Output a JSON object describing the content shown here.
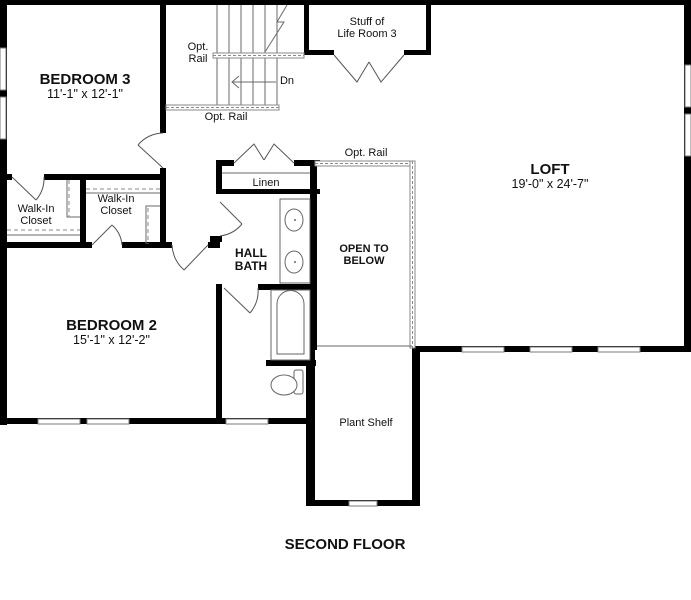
{
  "plan": {
    "title": "SECOND FLOOR",
    "rooms": {
      "bedroom3": {
        "name": "BEDROOM 3",
        "dims": "11'-1\" x 12'-1\""
      },
      "bedroom2": {
        "name": "BEDROOM 2",
        "dims": "15'-1\" x 12'-2\""
      },
      "loft": {
        "name": "LOFT",
        "dims": "19'-0\" x 24'-7\""
      },
      "hall_bath": {
        "line1": "HALL",
        "line2": "BATH"
      },
      "open_to_below": {
        "line1": "OPEN TO",
        "line2": "BELOW"
      },
      "walkin_closet_1": {
        "line1": "Walk-In",
        "line2": "Closet"
      },
      "walkin_closet_2": {
        "line1": "Walk-In",
        "line2": "Closet"
      },
      "linen": {
        "name": "Linen"
      },
      "stuff_of_life": {
        "line1": "Stuff of",
        "line2": "Life Room 3"
      },
      "plant_shelf": {
        "name": "Plant Shelf"
      }
    },
    "annotations": {
      "opt_rail_stair_upper_line1": "Opt.",
      "opt_rail_stair_upper_line2": "Rail",
      "opt_rail_stair_lower": "Opt. Rail",
      "opt_rail_open": "Opt. Rail",
      "stair_direction": "Dn"
    },
    "colors": {
      "wall": "#000000",
      "background": "#ffffff",
      "detail": "#7a7a7a"
    }
  }
}
